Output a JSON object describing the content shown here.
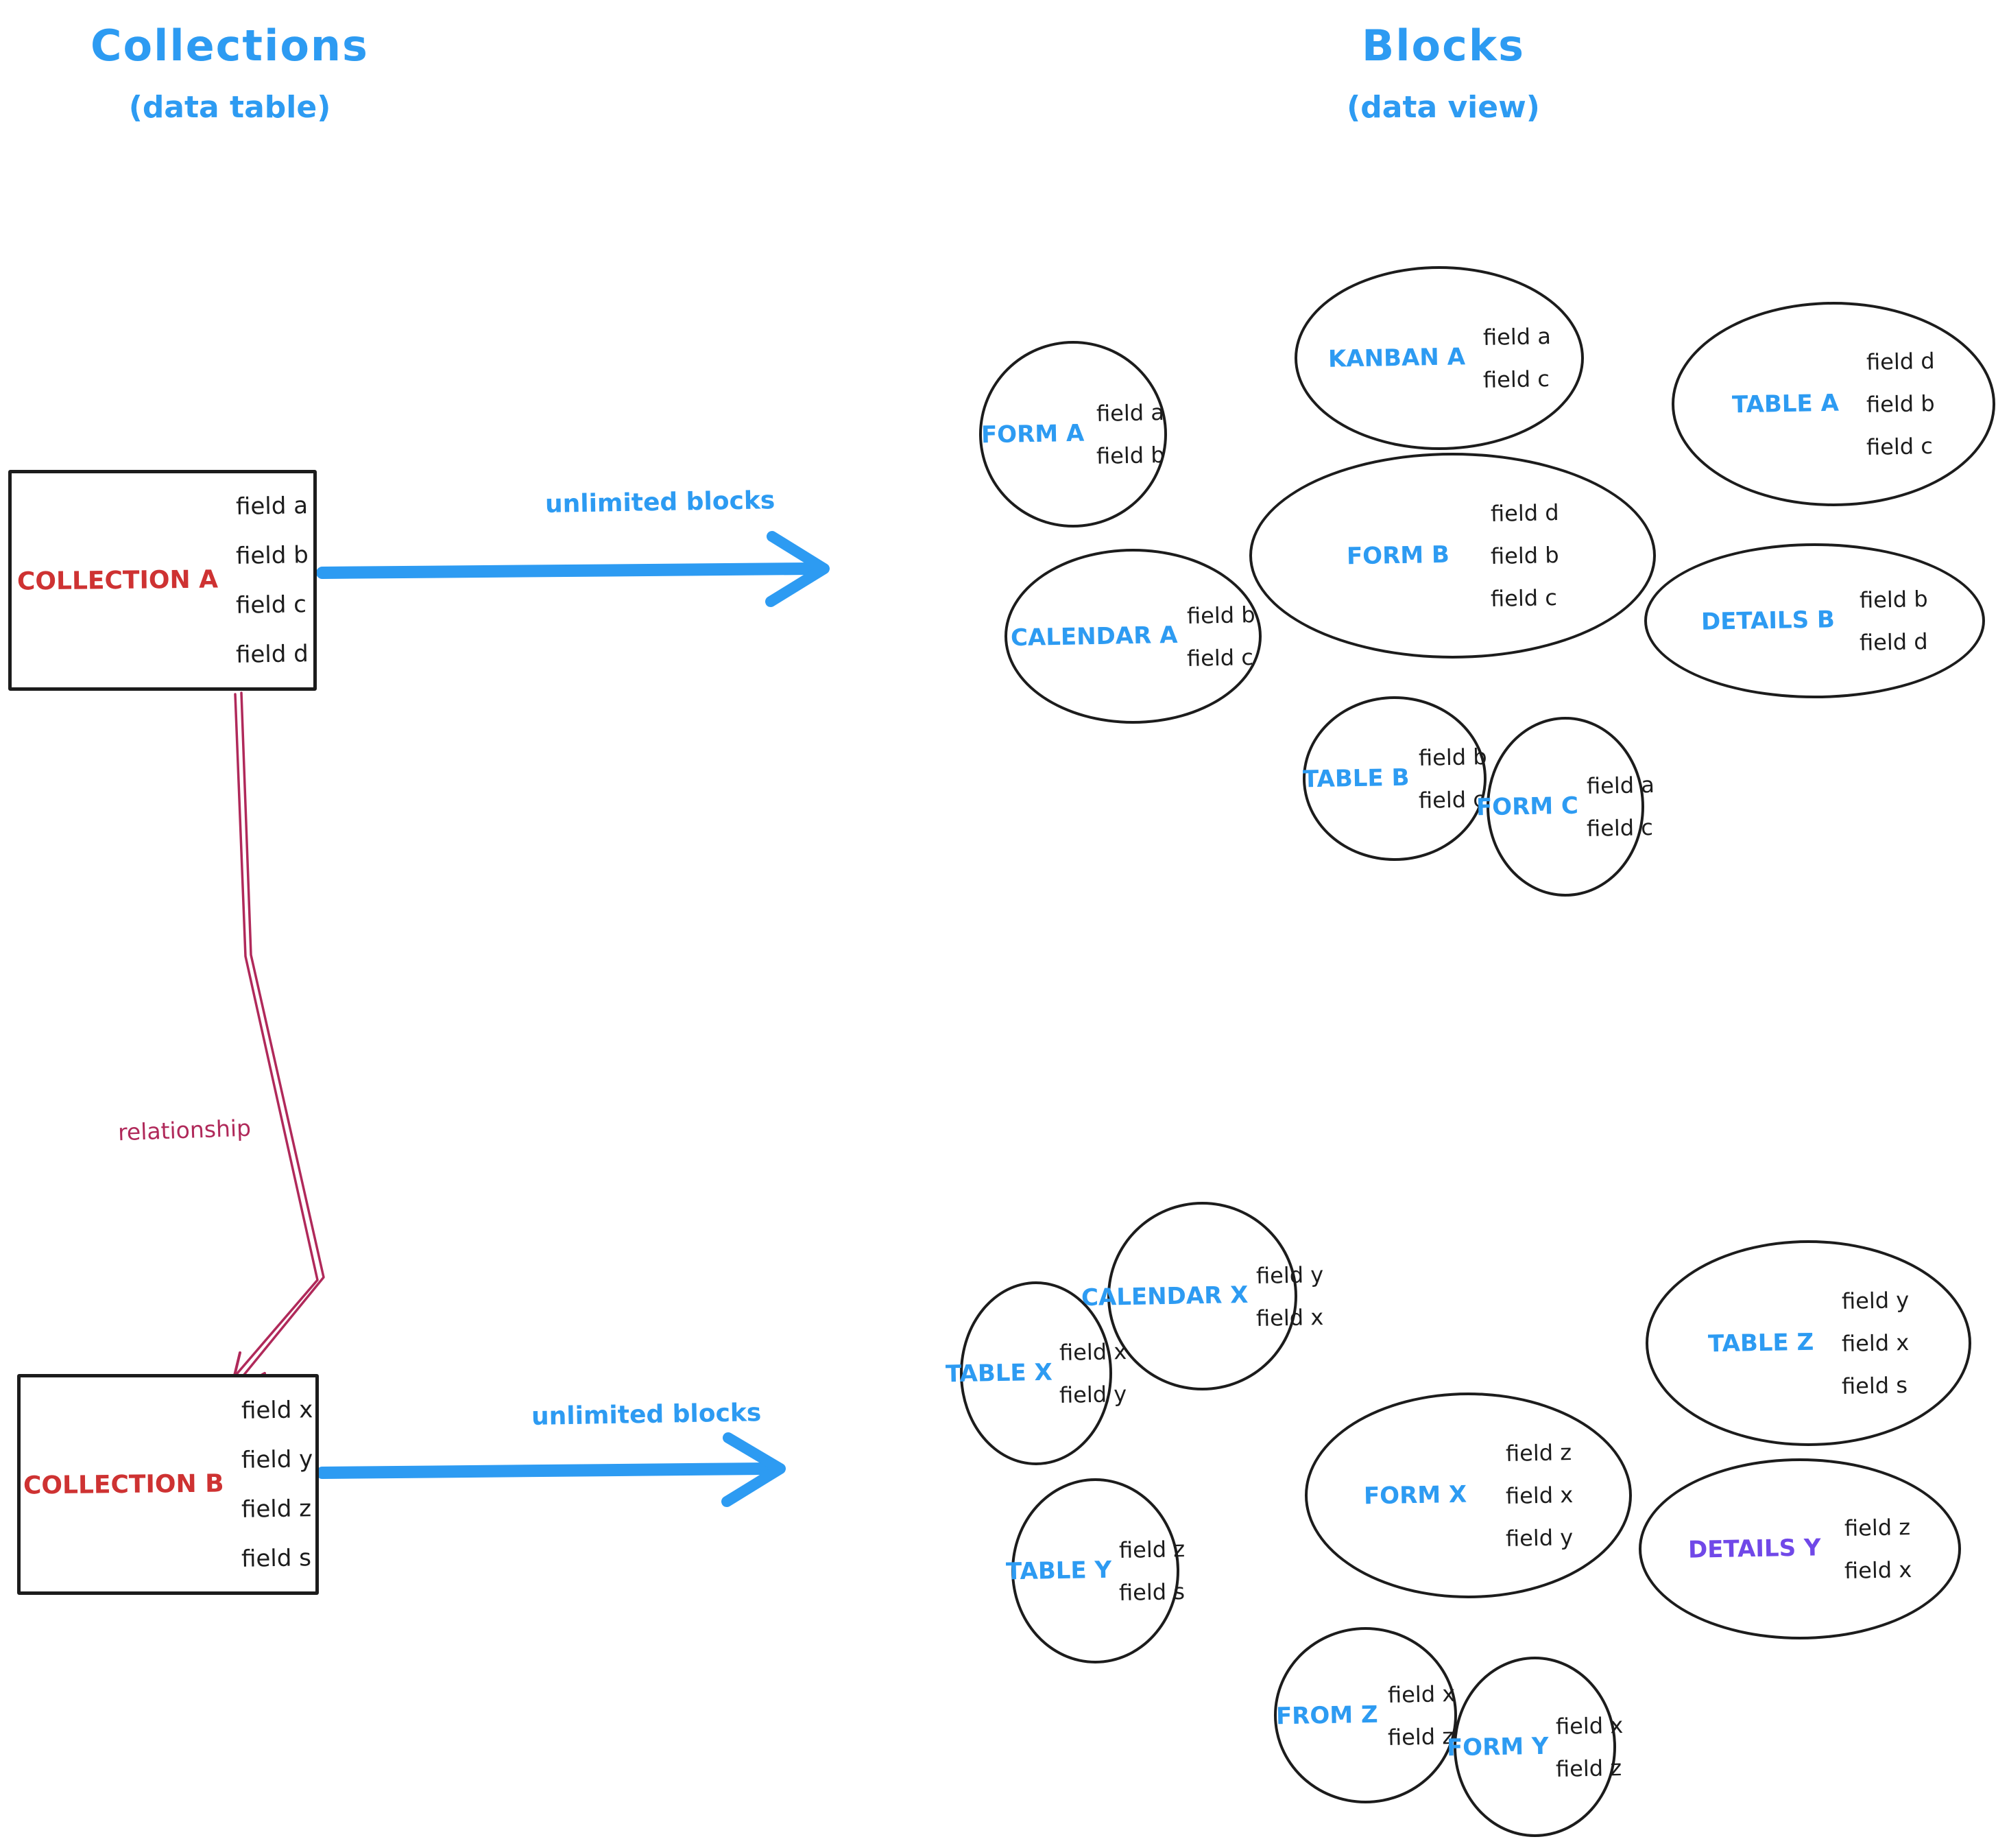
{
  "left_column": {
    "title": "Collections",
    "subtitle": "(data table)",
    "collection_a": {
      "name": "COLLECTION A",
      "fields": [
        "field a",
        "field b",
        "field c",
        "field d"
      ]
    },
    "collection_b": {
      "name": "COLLECTION B",
      "fields": [
        "field x",
        "field y",
        "field z",
        "field s"
      ]
    },
    "relationship_label": "relationship",
    "arrow_a_label": "unlimited blocks",
    "arrow_b_label": "unlimited blocks"
  },
  "right_column": {
    "title": "Blocks",
    "subtitle": "(data view)",
    "blocks_a": [
      {
        "label": "FORM A",
        "fields": [
          "field a",
          "field b"
        ]
      },
      {
        "label": "KANBAN A",
        "fields": [
          "field a",
          "field c"
        ]
      },
      {
        "label": "TABLE A",
        "fields": [
          "field d",
          "field b",
          "field c"
        ]
      },
      {
        "label": "CALENDAR A",
        "fields": [
          "field b",
          "field c"
        ]
      },
      {
        "label": "FORM B",
        "fields": [
          "field d",
          "field b",
          "field c"
        ]
      },
      {
        "label": "DETAILS B",
        "fields": [
          "field b",
          "field d"
        ]
      },
      {
        "label": "TABLE B",
        "fields": [
          "field b",
          "field c"
        ]
      },
      {
        "label": "FORM C",
        "fields": [
          "field a",
          "field c"
        ]
      }
    ],
    "blocks_b": [
      {
        "label": "TABLE X",
        "fields": [
          "field x",
          "field y"
        ]
      },
      {
        "label": "CALENDAR X",
        "fields": [
          "field y",
          "field x"
        ]
      },
      {
        "label": "TABLE Z",
        "fields": [
          "field y",
          "field x",
          "field s"
        ]
      },
      {
        "label": "TABLE Y",
        "fields": [
          "field z",
          "field s"
        ]
      },
      {
        "label": "FORM X",
        "fields": [
          "field z",
          "field x",
          "field y"
        ]
      },
      {
        "label": "DETAILS Y",
        "fields": [
          "field z",
          "field x"
        ]
      },
      {
        "label": "FROM Z",
        "fields": [
          "field x",
          "field z"
        ]
      },
      {
        "label": "FORM Y",
        "fields": [
          "field x",
          "field z"
        ]
      }
    ]
  },
  "colors": {
    "accent_blue": "#2d9bf2",
    "collection_red": "#ce3232",
    "relationship_crimson": "#b0295a",
    "details_y_purple": "#7048e8",
    "ink_black": "#1c1c1c"
  }
}
